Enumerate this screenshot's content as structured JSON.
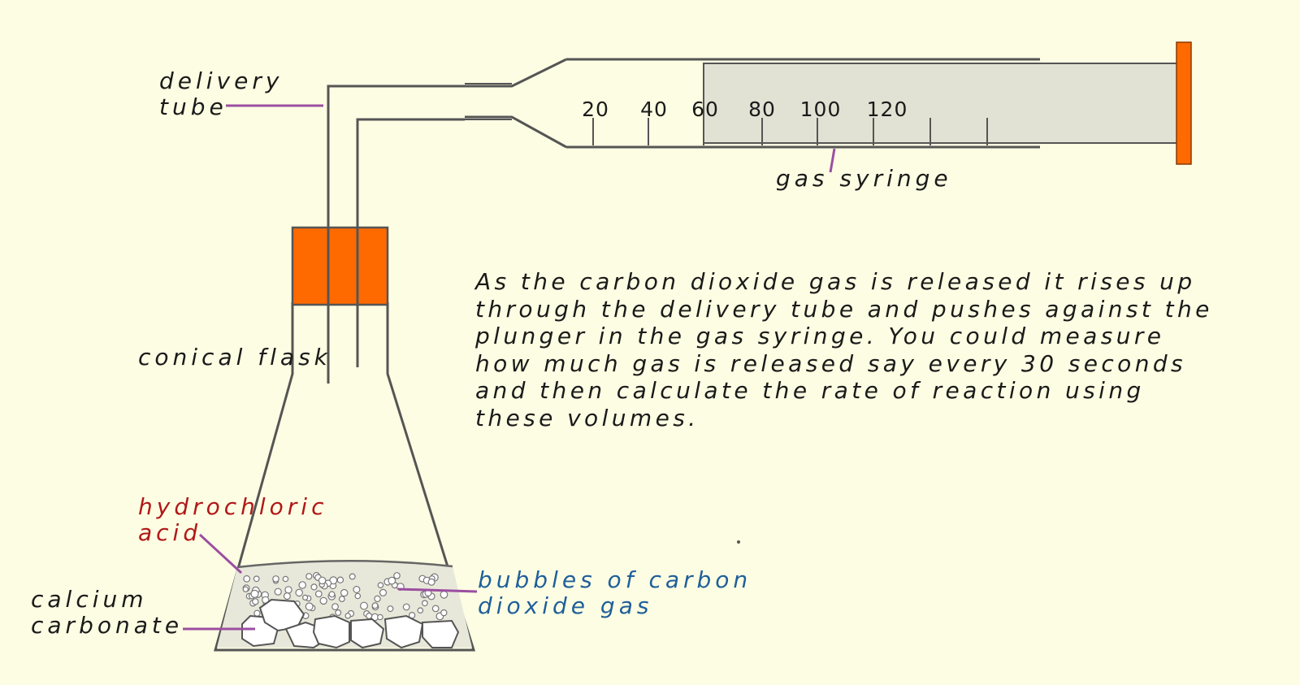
{
  "colors": {
    "background": "#fdfde3",
    "stopper": "#ff6a00",
    "plunger": "#ff6a00",
    "pointer": "#9b4fa0",
    "acid_label": "#b01818",
    "bubbles_label": "#1f5f9a",
    "barrel": "#e2e2d4"
  },
  "labels": {
    "delivery_tube": [
      "delivery",
      "tube"
    ],
    "gas_syringe": "gas syringe",
    "conical_flask": "conical flask",
    "hydrochloric_acid": [
      "hydrochloric",
      "acid"
    ],
    "calcium_carbonate": [
      "calcium",
      "carbonate"
    ],
    "bubbles": [
      "bubbles of carbon",
      "dioxide gas"
    ]
  },
  "syringe_scale": [
    "20",
    "40",
    "60",
    "80",
    "100",
    "120"
  ],
  "explanation": "As the carbon dioxide gas is released it rises up\nthrough the delivery tube and pushes against the\nplunger in the gas syringe.  You could measure\nhow much gas is released say every 30 seconds\nand then calculate the rate of reaction using\nthese volumes."
}
